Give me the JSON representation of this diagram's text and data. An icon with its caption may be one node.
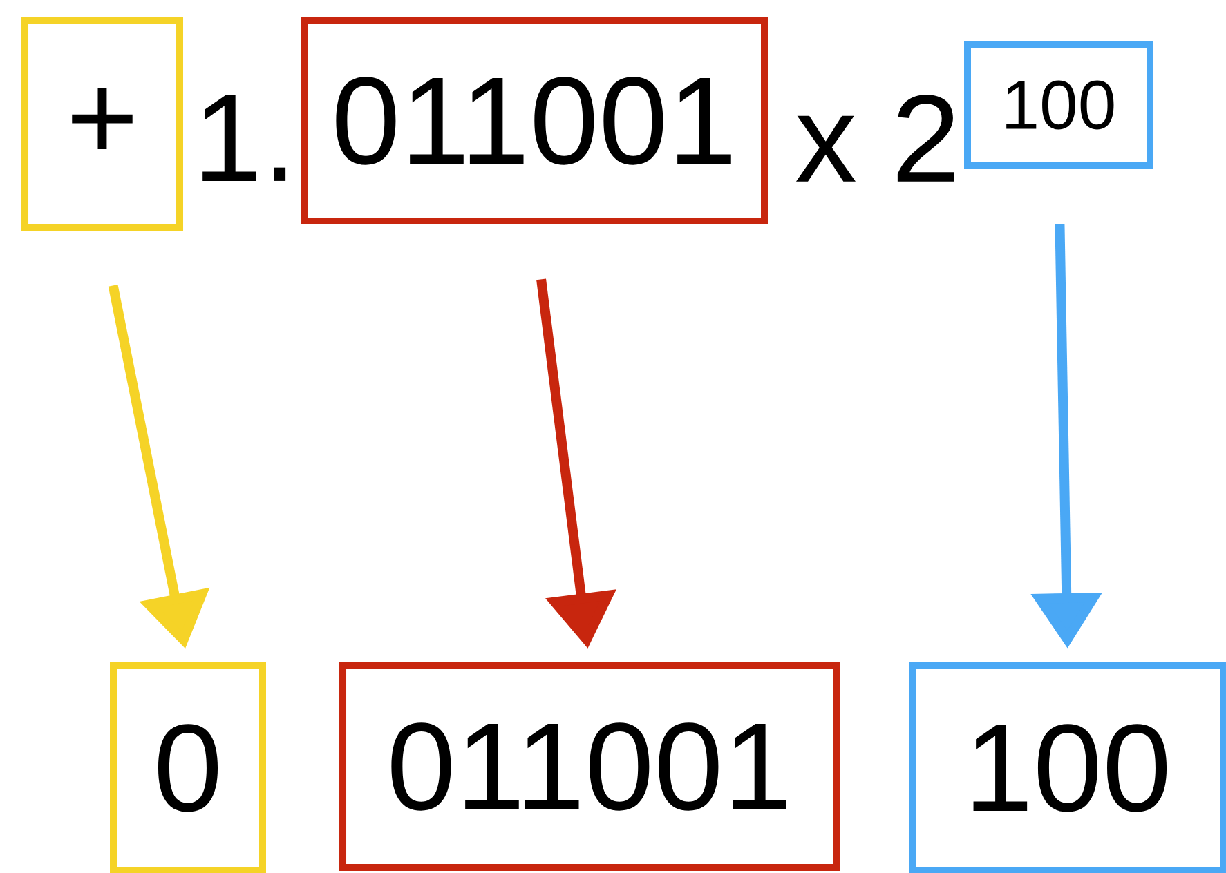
{
  "diagram": {
    "nodes": [
      {
        "text": [
          "+"
        ]
      },
      {
        "text": [
          "011001"
        ]
      },
      {
        "text": [
          "100"
        ]
      },
      {
        "text": [
          "0"
        ]
      },
      {
        "text": [
          "011001"
        ]
      },
      {
        "text": [
          "100"
        ]
      }
    ],
    "edges": [
      {
        "from": 0,
        "to": 3,
        "arrow": "to",
        "color": "#f5d327"
      },
      {
        "from": 1,
        "to": 4,
        "arrow": "to",
        "color": "#c8260e"
      },
      {
        "from": 2,
        "to": 5,
        "arrow": "to",
        "color": "#4aa8f5"
      }
    ],
    "labels": [
      "1.",
      "x 2"
    ]
  }
}
